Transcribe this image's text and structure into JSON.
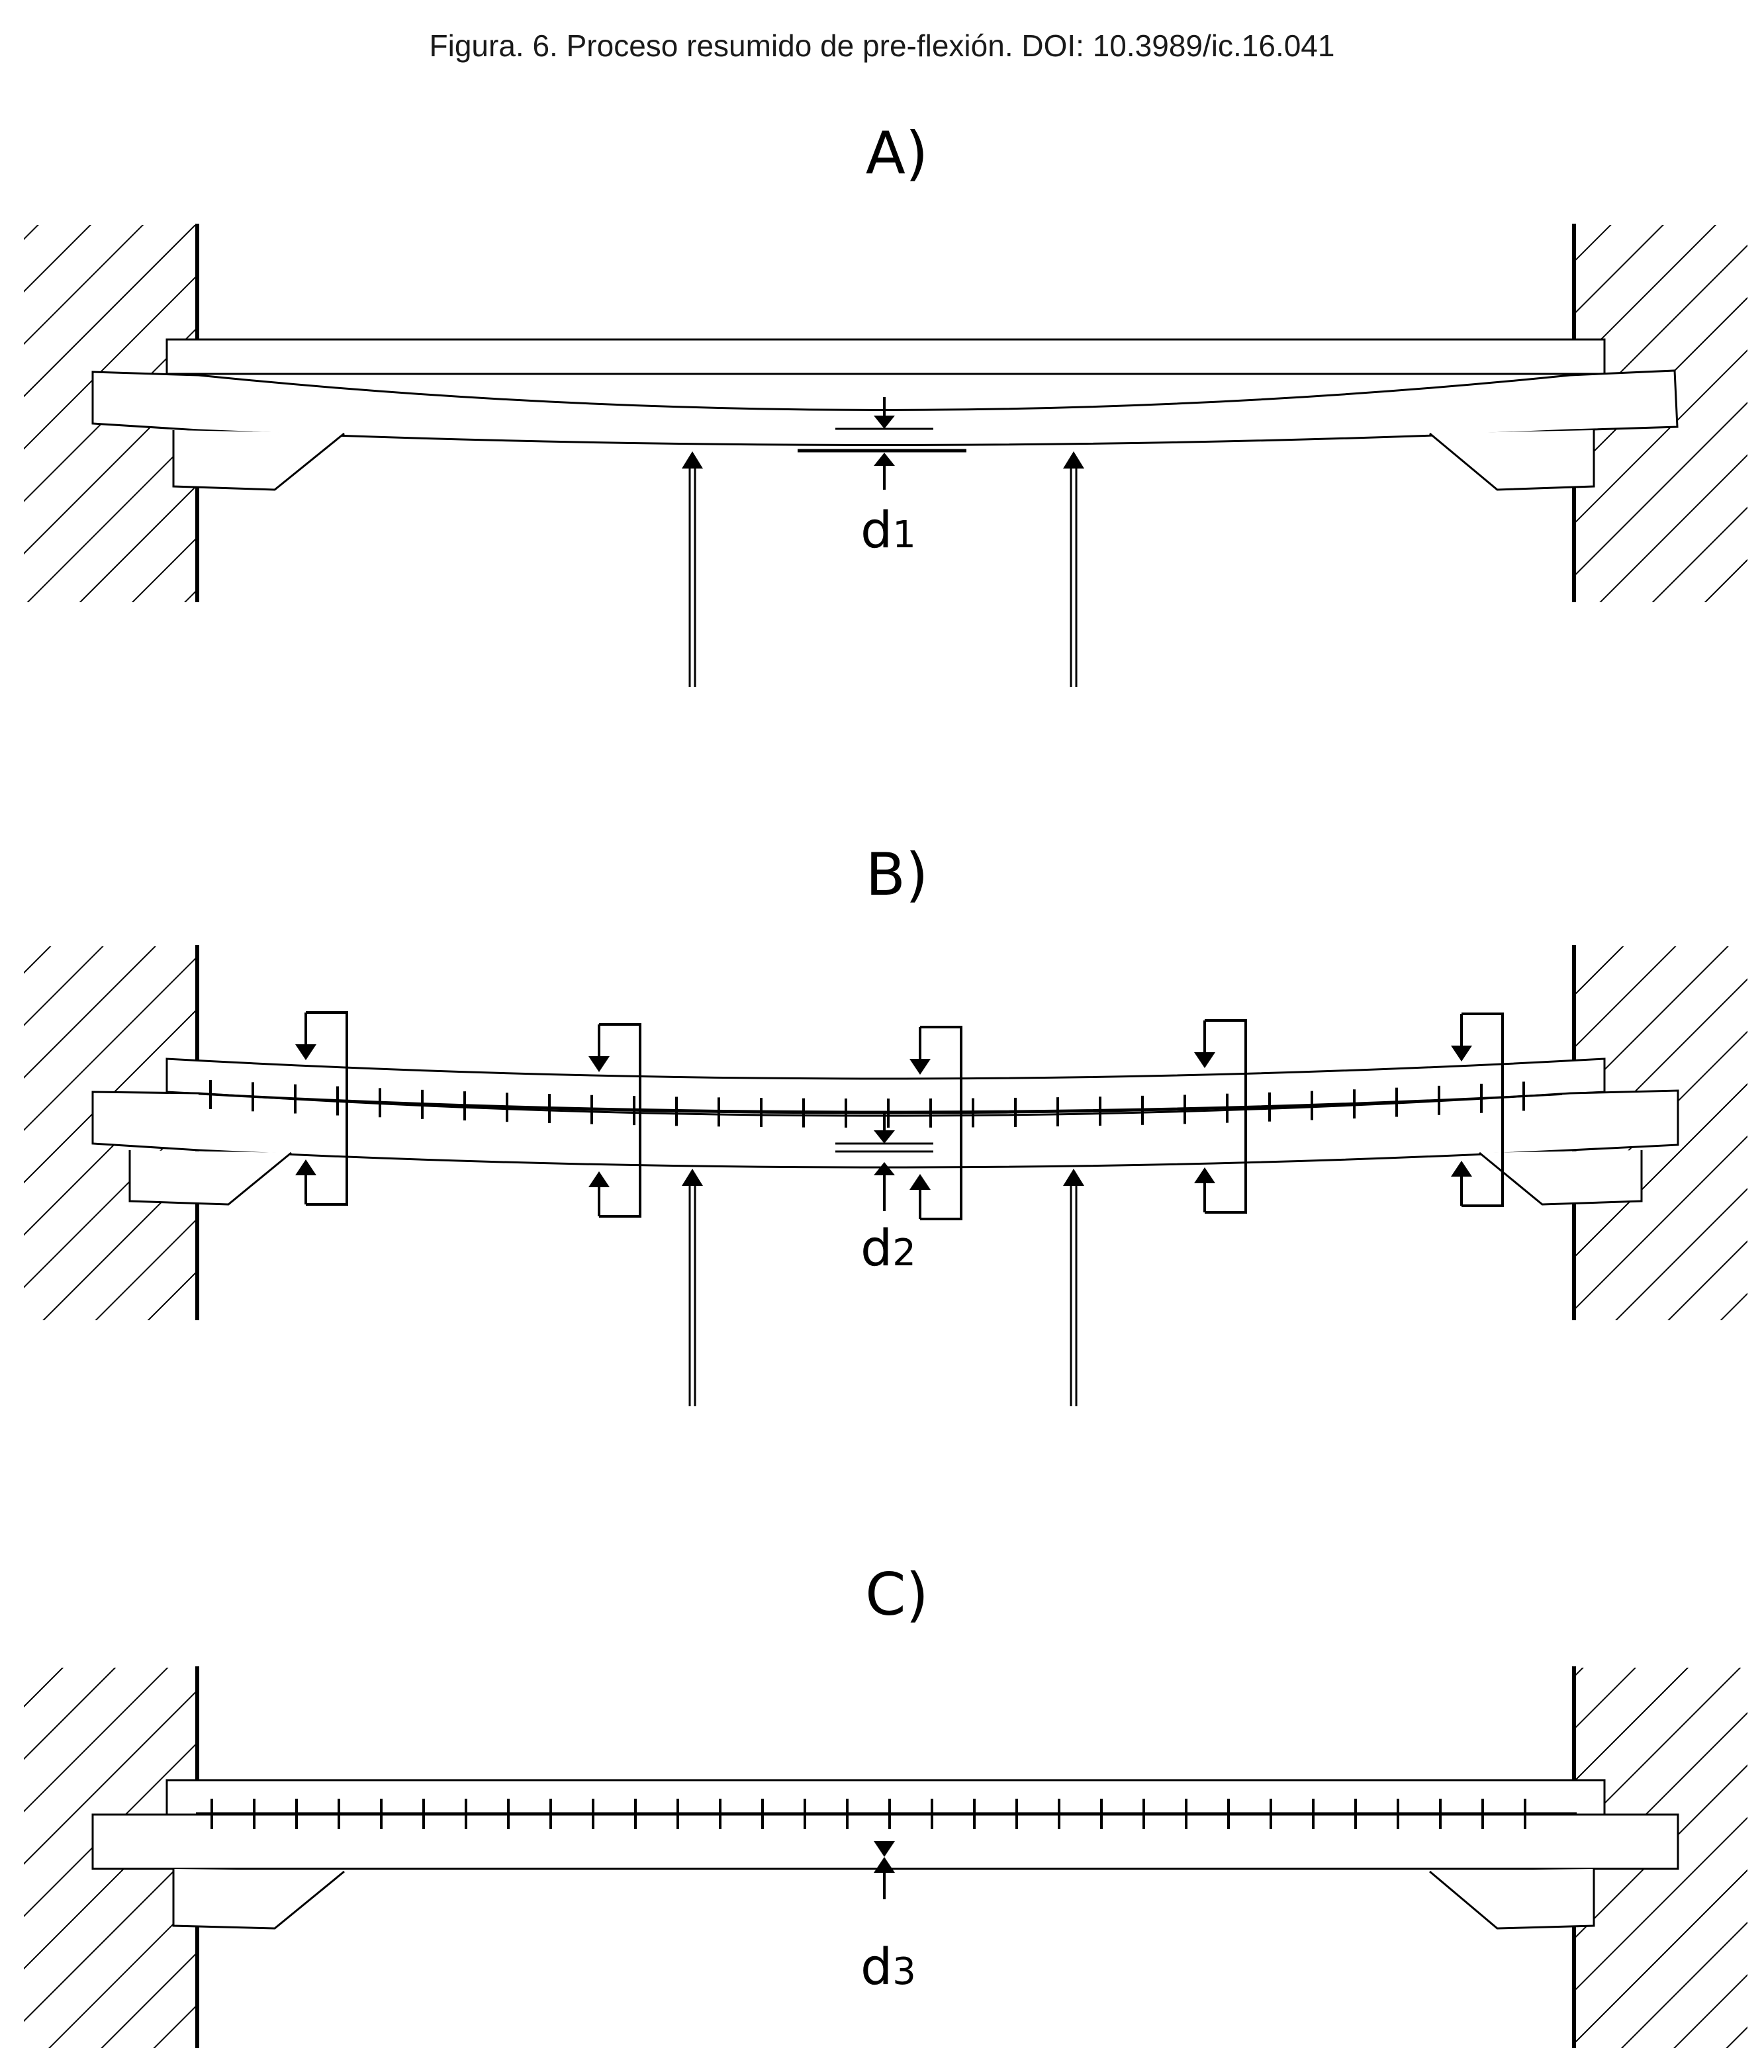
{
  "caption": "Figura. 6. Proceso resumido de pre-flexión. DOI: 10.3989/ic.16.041",
  "panels": [
    {
      "id": "A",
      "label": "A)",
      "deflection_label": "d",
      "deflection_sub": "1"
    },
    {
      "id": "B",
      "label": "B)",
      "deflection_label": "d",
      "deflection_sub": "2"
    },
    {
      "id": "C",
      "label": "C)",
      "deflection_label": "d",
      "deflection_sub": "3"
    }
  ]
}
